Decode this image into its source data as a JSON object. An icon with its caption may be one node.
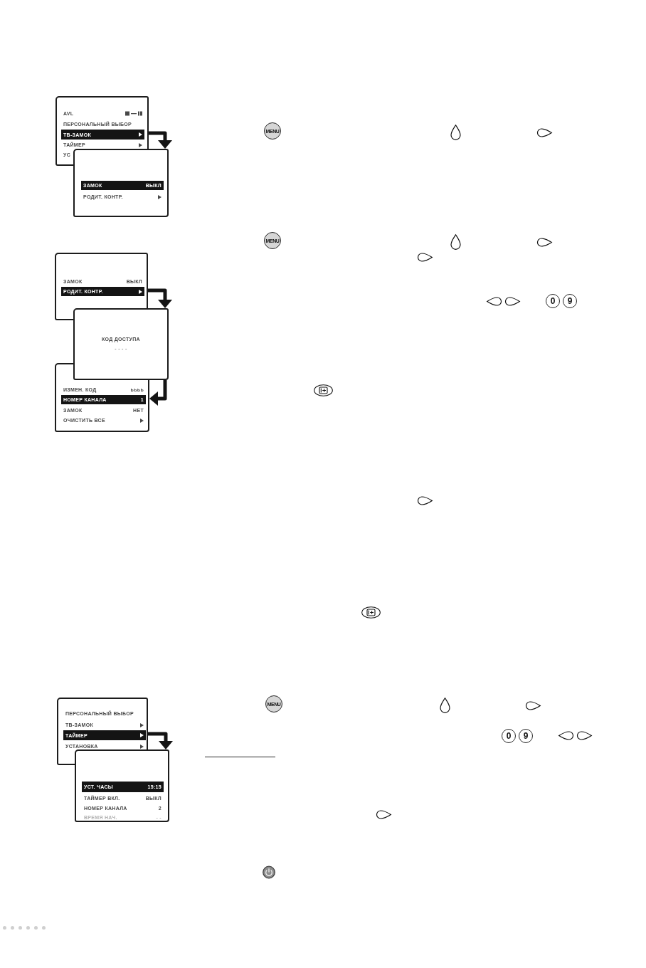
{
  "diagram": {
    "nodes": [
      {
        "text": [
          "AVL",
          "ПЕРСОНАЛЬНЫЙ ВЫБОР",
          "ТВ-ЗАМОК",
          "ТАЙМЕР",
          "УС"
        ]
      },
      {
        "text": [
          "ЗАМОК",
          "ВЫКЛ",
          "РОДИТ. КОНТР."
        ]
      },
      {
        "text": [
          "ЗАМОК",
          "ВЫКЛ",
          "РОДИТ. КОНТР."
        ]
      },
      {
        "text": [
          "КОД ДОСТУПА",
          "- - - -"
        ]
      },
      {
        "text": [
          "ИЗМЕН. КОД",
          "ьььь",
          "НОМЕР КАНАЛА",
          "1",
          "ЗАМОК",
          "НЕТ",
          "ОЧИСТИТЬ ВСЕ"
        ]
      },
      {
        "text": [
          "ПЕРСОНАЛЬНЫЙ ВЫБОР",
          "ТВ-ЗАМОК",
          "ТАЙМЕР",
          "УСТАНОВКА"
        ]
      },
      {
        "text": [
          "УСТ. ЧАСЫ",
          "15:15",
          "ТАЙМЕР ВКЛ.",
          "ВЫКЛ",
          "НОМЕР КАНАЛА",
          "2",
          "ВРЕМЯ НАЧ.",
          "- -"
        ]
      }
    ],
    "edges": [
      {
        "from": 0,
        "to": 1,
        "arrow": "to"
      },
      {
        "from": 2,
        "to": 3,
        "arrow": "to"
      },
      {
        "from": 3,
        "to": 4,
        "arrow": "to"
      },
      {
        "from": 5,
        "to": 6,
        "arrow": "to"
      }
    ],
    "labels": [
      "MENU",
      "MENU",
      "0",
      "9",
      "MENU",
      "0",
      "9"
    ]
  }
}
